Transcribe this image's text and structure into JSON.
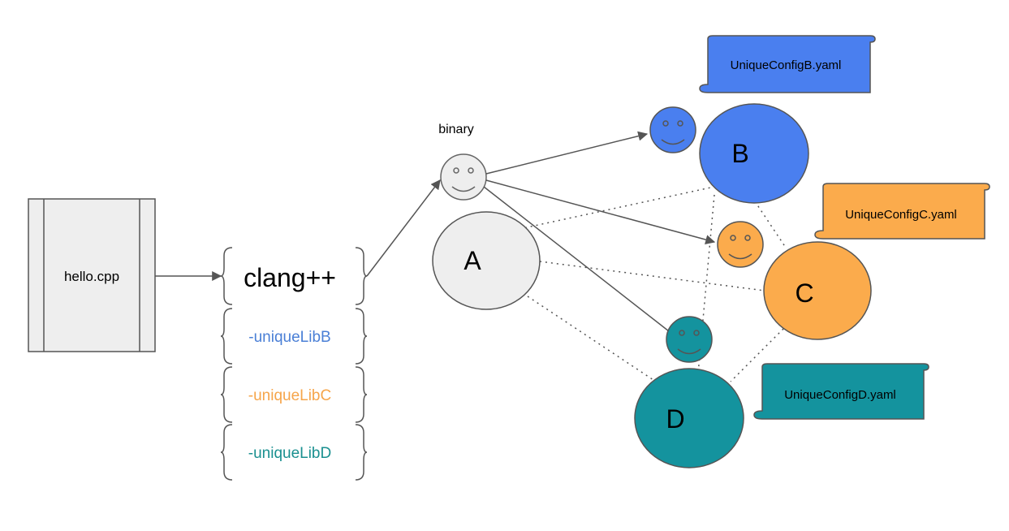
{
  "source": {
    "label": "hello.cpp"
  },
  "compiler": {
    "label": "clang++"
  },
  "flags": [
    {
      "label": "-uniqueLibB",
      "color": "#4a7fd6"
    },
    {
      "label": "-uniqueLibC",
      "color": "#f6a54a"
    },
    {
      "label": "-uniqueLibD",
      "color": "#1a9090"
    }
  ],
  "binary": {
    "label": "binary",
    "color": "#eeeeee"
  },
  "nodes": [
    {
      "label": "A",
      "color": "#eeeeee"
    },
    {
      "label": "B",
      "color": "#4a7fef"
    },
    {
      "label": "C",
      "color": "#fbab4c"
    },
    {
      "label": "D",
      "color": "#14939e"
    }
  ],
  "configs": [
    {
      "label": "UniqueConfigB.yaml",
      "color": "#4a7fef"
    },
    {
      "label": "UniqueConfigC.yaml",
      "color": "#fbab4c"
    },
    {
      "label": "UniqueConfigD.yaml",
      "color": "#14939e"
    }
  ]
}
